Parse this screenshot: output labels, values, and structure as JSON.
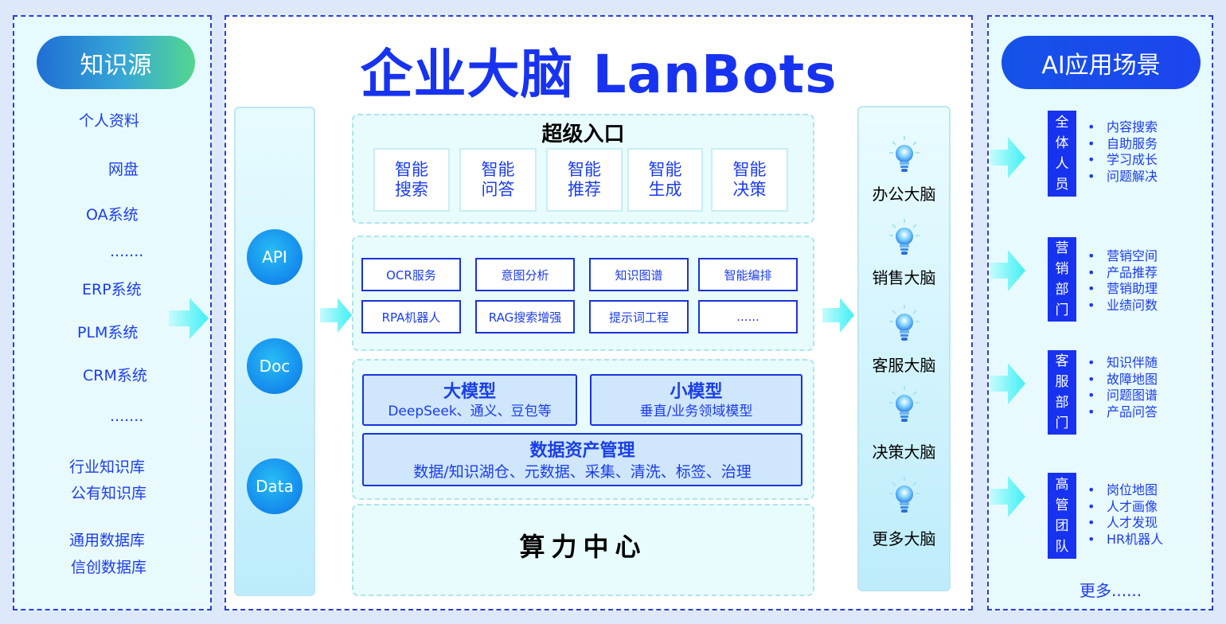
{
  "title": "企业大脑 LanBots",
  "knowledge_source": {
    "label": "知识源",
    "items": [
      "个人资料",
      "网盘",
      "OA系统",
      ".......",
      "ERP系统",
      "PLM系统",
      "CRM系统",
      ".......",
      "行业知识库",
      "公有知识库",
      "通用数据库",
      "信创数据库"
    ]
  },
  "interfaces": [
    "API",
    "Doc",
    "Data"
  ],
  "super_entry": {
    "title": "超级入口",
    "cards": [
      "智能\n搜索",
      "智能\n问答",
      "智能\n推荐",
      "智能\n生成",
      "智能\n决策"
    ]
  },
  "services": [
    "OCR服务",
    "意图分析",
    "知识图谱",
    "智能编排",
    "RPA机器人",
    "RAG搜索增强",
    "提示词工程",
    "......"
  ],
  "models": {
    "large": {
      "title": "大模型",
      "sub": "DeepSeek、通义、豆包等"
    },
    "small": {
      "title": "小模型",
      "sub": "垂直/业务领域模型"
    },
    "data_asset": {
      "title": "数据资产管理",
      "sub": "数据/知识湖仓、元数据、采集、清洗、标签、治理"
    }
  },
  "compute_center": "算力中心",
  "brains": [
    "办公大脑",
    "销售大脑",
    "客服大脑",
    "决策大脑",
    "更多大脑"
  ],
  "scenes": {
    "label": "AI应用场景",
    "groups": [
      {
        "badge": [
          "全",
          "体",
          "人",
          "员"
        ],
        "items": [
          "内容搜索",
          "自助服务",
          "学习成长",
          "问题解决"
        ]
      },
      {
        "badge": [
          "营",
          "销",
          "部",
          "门"
        ],
        "items": [
          "营销空间",
          "产品推荐",
          "营销助理",
          "业绩问数"
        ]
      },
      {
        "badge": [
          "客",
          "服",
          "部",
          "门"
        ],
        "items": [
          "知识伴随",
          "故障地图",
          "问题图谱",
          "产品问答"
        ]
      },
      {
        "badge": [
          "高",
          "管",
          "团",
          "队"
        ],
        "items": [
          "岗位地图",
          "人才画像",
          "人才发现",
          "HR机器人"
        ]
      }
    ],
    "more": "更多......"
  },
  "colors": {
    "accent": "#1733f0",
    "cyan": "#3ff0f5"
  }
}
